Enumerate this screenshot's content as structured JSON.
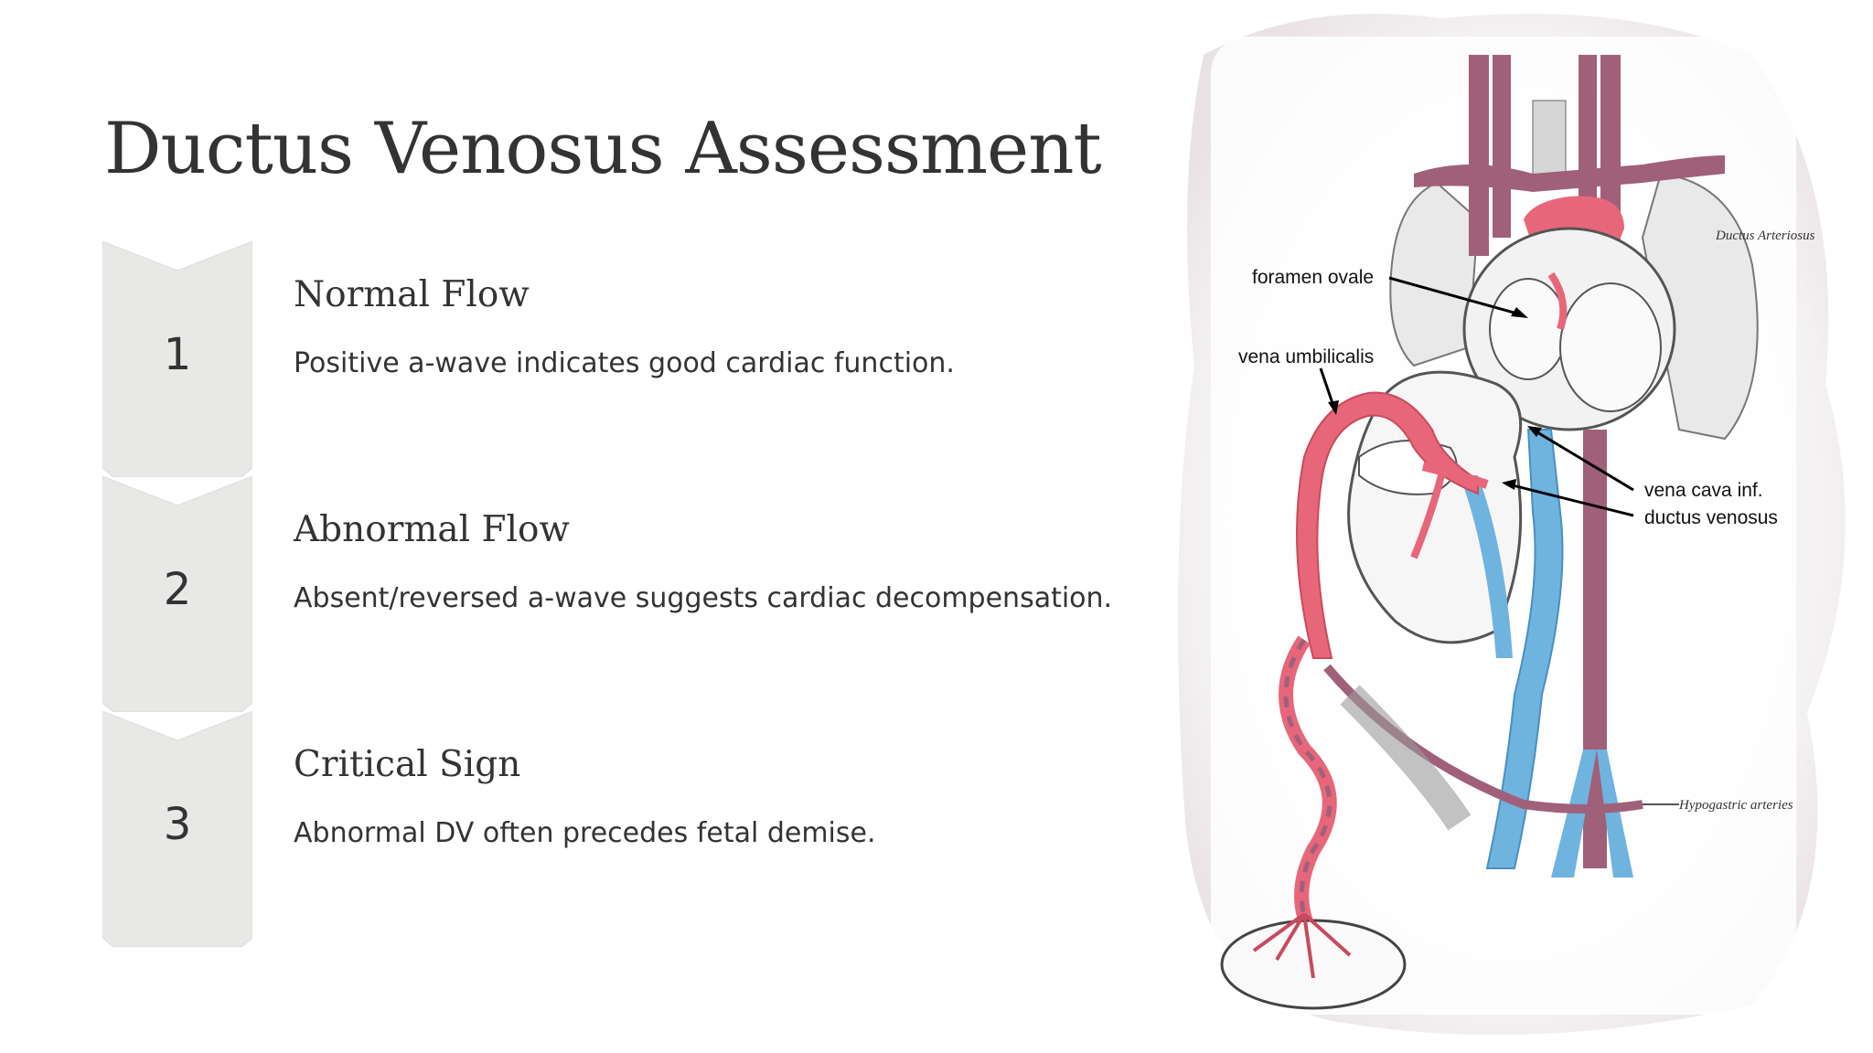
{
  "slide": {
    "title": "Ductus Venosus Assessment"
  },
  "steps": [
    {
      "number": "1",
      "title": "Normal Flow",
      "description": "Positive a-wave indicates good cardiac function."
    },
    {
      "number": "2",
      "title": "Abnormal Flow",
      "description": "Absent/reversed a-wave suggests cardiac decompensation."
    },
    {
      "number": "3",
      "title": "Critical Sign",
      "description": "Abnormal DV often precedes fetal demise."
    }
  ],
  "figure": {
    "labels": {
      "foramen_ovale": "foramen ovale",
      "vena_umbilicalis": "vena umbilicalis",
      "vena_cava_inf": "vena cava inf.",
      "ductus_venosus": "ductus venosus",
      "hypogastric_arteries": "Hypogastric arteries",
      "ductus_arteriosus": "Ductus Arteriosus"
    },
    "colors": {
      "artery": "#e8667a",
      "vein_blue": "#6fb3df",
      "vein_purple": "#a0607a",
      "organ_outline": "#555555"
    }
  }
}
